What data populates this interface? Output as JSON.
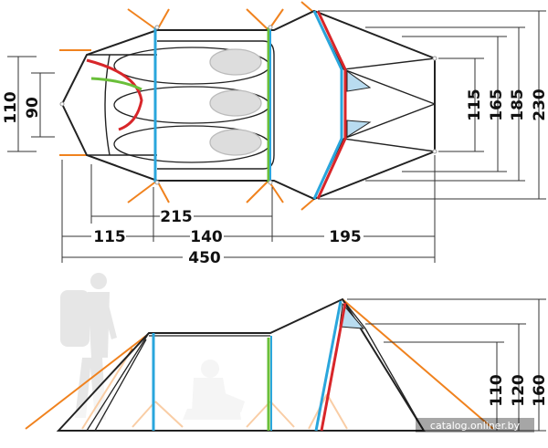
{
  "colors": {
    "outline": "#222222",
    "pole_blue": "#2aa6dc",
    "pole_green": "#6abf3a",
    "pole_red": "#d8262a",
    "guyline": "#f0821e",
    "dim_line": "#333333",
    "silhouette": "#e6e6e6",
    "vent": "#b9dcf0"
  },
  "top_view": {
    "bottom_dims": {
      "row1": {
        "a": "215"
      },
      "row2": {
        "a": "115",
        "b": "140",
        "c": "195"
      },
      "row3": {
        "total": "450"
      }
    },
    "left_dims": {
      "outer": "110",
      "inner": "90"
    },
    "right_dims": {
      "d1": "115",
      "d2": "165",
      "d3": "185",
      "d4": "230"
    }
  },
  "side_view": {
    "right_dims": {
      "h1": "110",
      "h2": "120",
      "h3": "160"
    },
    "icons": [
      "hiker-silhouette",
      "sitting-person-silhouette"
    ]
  },
  "watermark": "catalog.onliner.by"
}
